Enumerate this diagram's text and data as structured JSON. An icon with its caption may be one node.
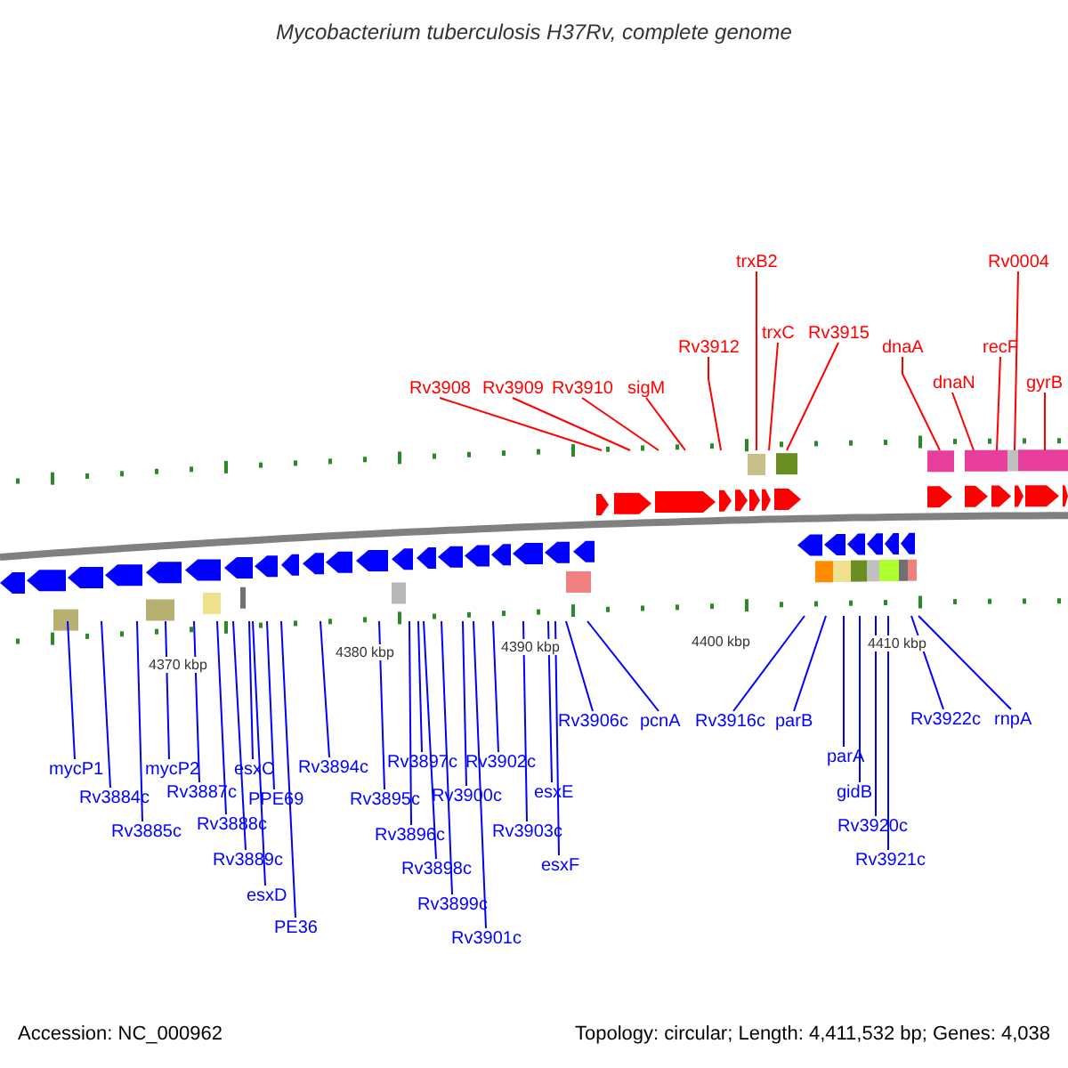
{
  "diagram": {
    "title": "Mycobacterium tuberculosis H37Rv, complete genome",
    "nodes": [
      {
        "text": [
          "Rv3908"
        ]
      },
      {
        "text": [
          "Rv3909"
        ]
      },
      {
        "text": [
          "Rv3910"
        ]
      },
      {
        "text": [
          "sigM"
        ]
      },
      {
        "text": [
          "Rv3912"
        ]
      },
      {
        "text": [
          "trxB2"
        ]
      },
      {
        "text": [
          "trxC"
        ]
      },
      {
        "text": [
          "Rv3915"
        ]
      },
      {
        "text": [
          "dnaA"
        ]
      },
      {
        "text": [
          "dnaN"
        ]
      },
      {
        "text": [
          "recF"
        ]
      },
      {
        "text": [
          "Rv0004"
        ]
      },
      {
        "text": [
          "gyrB"
        ]
      },
      {
        "text": [
          "mycP1"
        ]
      },
      {
        "text": [
          "Rv3884c"
        ]
      },
      {
        "text": [
          "Rv3885c"
        ]
      },
      {
        "text": [
          "mycP2"
        ]
      },
      {
        "text": [
          "Rv3887c"
        ]
      },
      {
        "text": [
          "Rv3888c"
        ]
      },
      {
        "text": [
          "Rv3889c"
        ]
      },
      {
        "text": [
          "esxC"
        ]
      },
      {
        "text": [
          "PPE69"
        ]
      },
      {
        "text": [
          "esxD"
        ]
      },
      {
        "text": [
          "PE36"
        ]
      },
      {
        "text": [
          "Rv3894c"
        ]
      },
      {
        "text": [
          "Rv3895c"
        ]
      },
      {
        "text": [
          "Rv3896c"
        ]
      },
      {
        "text": [
          "Rv3897c"
        ]
      },
      {
        "text": [
          "Rv3898c"
        ]
      },
      {
        "text": [
          "Rv3899c"
        ]
      },
      {
        "text": [
          "Rv3900c"
        ]
      },
      {
        "text": [
          "Rv3901c"
        ]
      },
      {
        "text": [
          "Rv3902c"
        ]
      },
      {
        "text": [
          "Rv3903c"
        ]
      },
      {
        "text": [
          "esxE"
        ]
      },
      {
        "text": [
          "esxF"
        ]
      },
      {
        "text": [
          "Rv3906c"
        ]
      },
      {
        "text": [
          "pcnA"
        ]
      },
      {
        "text": [
          "Rv3916c"
        ]
      },
      {
        "text": [
          "parB"
        ]
      },
      {
        "text": [
          "parA"
        ]
      },
      {
        "text": [
          "gidB"
        ]
      },
      {
        "text": [
          "Rv3920c"
        ]
      },
      {
        "text": [
          "Rv3921c"
        ]
      },
      {
        "text": [
          "Rv3922c"
        ]
      },
      {
        "text": [
          "rnpA"
        ]
      }
    ],
    "edges": [
      {
        "from": 0,
        "to": null,
        "arrow": "none",
        "color": "#ff0000"
      },
      {
        "from": 1,
        "to": null,
        "arrow": "none",
        "color": "#ff0000"
      },
      {
        "from": 2,
        "to": null,
        "arrow": "none",
        "color": "#ff0000"
      },
      {
        "from": 3,
        "to": null,
        "arrow": "none",
        "color": "#ff0000"
      },
      {
        "from": 4,
        "to": null,
        "arrow": "none",
        "color": "#ff0000"
      },
      {
        "from": 5,
        "to": null,
        "arrow": "none",
        "color": "#ff0000"
      },
      {
        "from": 6,
        "to": null,
        "arrow": "none",
        "color": "#ff0000"
      },
      {
        "from": 7,
        "to": null,
        "arrow": "none",
        "color": "#ff0000"
      },
      {
        "from": 8,
        "to": null,
        "arrow": "none",
        "color": "#ff0000"
      },
      {
        "from": 9,
        "to": null,
        "arrow": "none",
        "color": "#ff0000"
      },
      {
        "from": 10,
        "to": null,
        "arrow": "none",
        "color": "#ff0000"
      },
      {
        "from": 11,
        "to": null,
        "arrow": "none",
        "color": "#ff0000"
      },
      {
        "from": 12,
        "to": null,
        "arrow": "none",
        "color": "#ff0000"
      },
      {
        "from": 13,
        "to": null,
        "arrow": "none"
      },
      {
        "from": 14,
        "to": null,
        "arrow": "none"
      },
      {
        "from": 15,
        "to": null,
        "arrow": "none"
      },
      {
        "from": 16,
        "to": null,
        "arrow": "none"
      },
      {
        "from": 17,
        "to": null,
        "arrow": "none"
      },
      {
        "from": 18,
        "to": null,
        "arrow": "none"
      },
      {
        "from": 19,
        "to": null,
        "arrow": "none"
      },
      {
        "from": 20,
        "to": null,
        "arrow": "none"
      },
      {
        "from": 21,
        "to": null,
        "arrow": "none"
      },
      {
        "from": 22,
        "to": null,
        "arrow": "none"
      },
      {
        "from": 23,
        "to": null,
        "arrow": "none"
      },
      {
        "from": 24,
        "to": null,
        "arrow": "none"
      },
      {
        "from": 25,
        "to": null,
        "arrow": "none"
      },
      {
        "from": 26,
        "to": null,
        "arrow": "none"
      },
      {
        "from": 27,
        "to": null,
        "arrow": "none"
      },
      {
        "from": 28,
        "to": null,
        "arrow": "none"
      },
      {
        "from": 29,
        "to": null,
        "arrow": "none"
      },
      {
        "from": 30,
        "to": null,
        "arrow": "none"
      },
      {
        "from": 31,
        "to": null,
        "arrow": "none"
      },
      {
        "from": 32,
        "to": null,
        "arrow": "none"
      },
      {
        "from": 33,
        "to": null,
        "arrow": "none"
      },
      {
        "from": 34,
        "to": null,
        "arrow": "none"
      },
      {
        "from": 35,
        "to": null,
        "arrow": "none"
      },
      {
        "from": 36,
        "to": null,
        "arrow": "none"
      },
      {
        "from": 37,
        "to": null,
        "arrow": "none"
      },
      {
        "from": 38,
        "to": null,
        "arrow": "none"
      },
      {
        "from": 39,
        "to": null,
        "arrow": "none"
      },
      {
        "from": 40,
        "to": null,
        "arrow": "none"
      },
      {
        "from": 41,
        "to": null,
        "arrow": "none"
      },
      {
        "from": 42,
        "to": null,
        "arrow": "none"
      },
      {
        "from": 43,
        "to": null,
        "arrow": "none"
      },
      {
        "from": 44,
        "to": null,
        "arrow": "none"
      },
      {
        "from": 45,
        "to": null,
        "arrow": "none"
      }
    ],
    "labels": [
      "4370 kbp",
      "4380 kbp",
      "4390 kbp",
      "4400 kbp",
      "4410 kbp",
      "Accession: NC_000962",
      "Topology: circular; Length: 4,411,532 bp; Genes: 4,038"
    ]
  }
}
